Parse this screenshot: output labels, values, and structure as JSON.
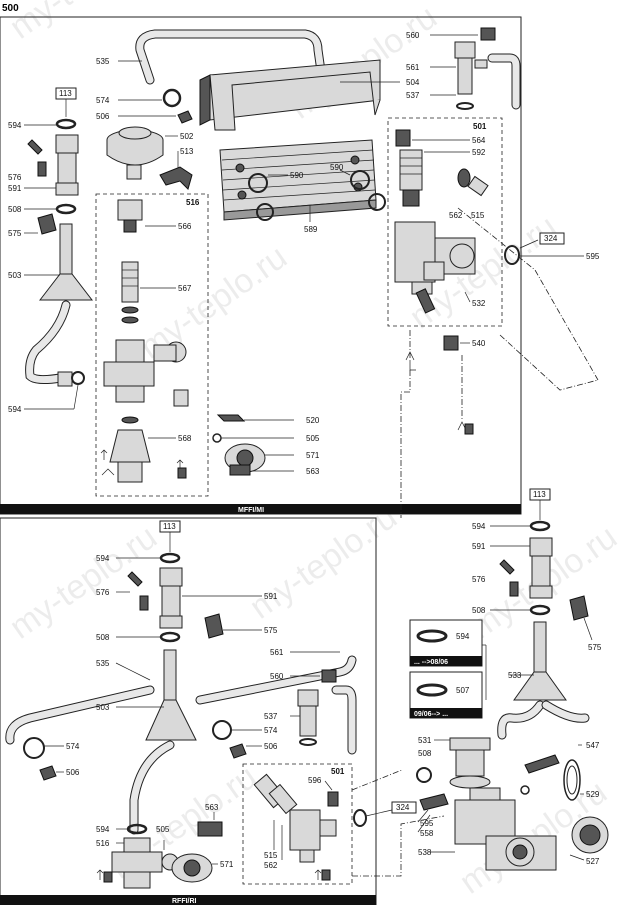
{
  "diagram_number": "500",
  "watermark": "my-teplo.ru",
  "sections": {
    "top": {
      "label": "MFFI/MI"
    },
    "bottom": {
      "label": "RFFI/RI"
    }
  },
  "group_labels": {
    "g516_top": "516",
    "g501_top": "501",
    "g501_bottom": "501"
  },
  "refs": {
    "r113_a": "113",
    "r324_a": "324",
    "r113_b": "113",
    "r113_c": "113",
    "r324_b": "324"
  },
  "inset": {
    "upper_part": "594",
    "upper_caption": "... -->08/06",
    "lower_part": "507",
    "lower_caption": "09/06--> ..."
  },
  "callouts_top": {
    "c535": "535",
    "c574": "574",
    "c506": "506",
    "c502": "502",
    "c513": "513",
    "c594a": "594",
    "c576": "576",
    "c591": "591",
    "c508": "508",
    "c575": "575",
    "c503": "503",
    "c594b": "594",
    "c566": "566",
    "c567": "567",
    "c568": "568",
    "c590a": "590",
    "c590b": "590",
    "c589": "589",
    "c504": "504",
    "c537": "537",
    "c561": "561",
    "c560": "560",
    "c564": "564",
    "c592": "592",
    "c562": "562",
    "c515": "515",
    "c595": "595",
    "c532": "532",
    "c540": "540",
    "c520": "520",
    "c505": "505",
    "c571": "571",
    "c563": "563"
  },
  "callouts_bottom": {
    "c594a": "594",
    "c576": "576",
    "c591": "591",
    "c575": "575",
    "c508": "508",
    "c535": "535",
    "c561": "561",
    "c560": "560",
    "c503": "503",
    "c537": "537",
    "c574a": "574",
    "c574b": "574",
    "c506a": "506",
    "c506b": "506",
    "c596": "596",
    "c563": "563",
    "c594b": "594",
    "c516": "516",
    "c505": "505",
    "c571": "571",
    "c515": "515",
    "c562": "562",
    "c595": "595",
    "c558": "558"
  },
  "callouts_right": {
    "c594a": "594",
    "c591": "591",
    "c576": "576",
    "c508": "508",
    "c575": "575",
    "c533": "533",
    "c531": "531",
    "c508b": "508",
    "c547": "547",
    "c529": "529",
    "c538": "538",
    "c527": "527"
  }
}
